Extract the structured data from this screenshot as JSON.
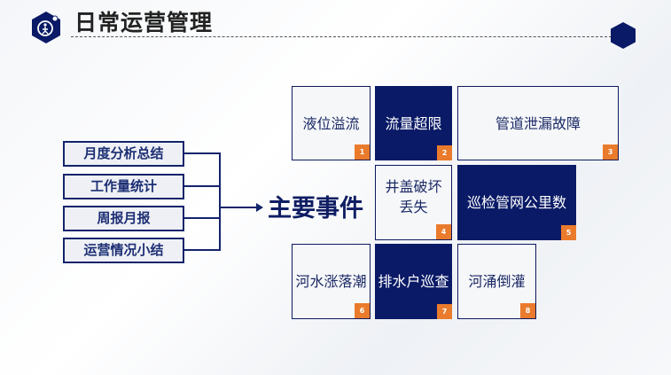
{
  "header": {
    "title": "日常运营管理",
    "icon": "person-gear-icon",
    "accent_color": "#0a1a66"
  },
  "left_items": [
    {
      "label": "月度分析总结"
    },
    {
      "label": "工作量统计"
    },
    {
      "label": "周报月报"
    },
    {
      "label": "运营情况小结"
    }
  ],
  "center_label": "主要事件",
  "events": [
    {
      "label": "液位溢流",
      "number": "1",
      "style": "light"
    },
    {
      "label": "流量超限",
      "number": "2",
      "style": "dark"
    },
    {
      "label": "管道泄漏故障",
      "number": "3",
      "style": "light"
    },
    {
      "label": "井盖破坏丢失",
      "number": "4",
      "style": "light"
    },
    {
      "label": "巡检管网公里数",
      "number": "5",
      "style": "dark"
    },
    {
      "label": "河水涨落潮",
      "number": "6",
      "style": "light"
    },
    {
      "label": "排水户巡查",
      "number": "7",
      "style": "dark"
    },
    {
      "label": "河涌倒灌",
      "number": "8",
      "style": "light"
    }
  ],
  "colors": {
    "navy": "#0a1a66",
    "badge": "#ea7b2c"
  }
}
